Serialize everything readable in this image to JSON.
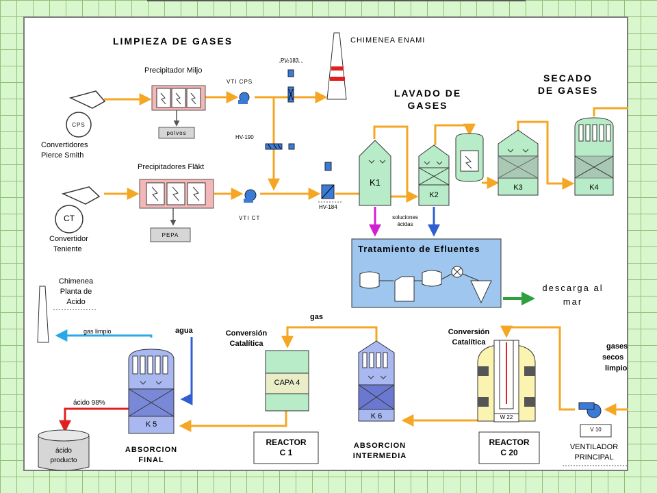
{
  "labels": {
    "limpieza": "LIMPIEZA DE GASES",
    "chimenea_enami": "CHIMENEA ENAMI",
    "lavado_1": "LAVADO DE",
    "lavado_2": "GASES",
    "secado_1": "SECADO",
    "secado_2": "DE GASES",
    "precip_miljo": "Precipitador Miljo",
    "precip_flakt": "Precipitadores Fläkt",
    "polvos": "polvos",
    "pepa": "PEPA",
    "cps": "CPS",
    "ct": "CT",
    "conv_ps_1": "Convertidores",
    "conv_ps_2": "Pierce Smith",
    "conv_t_1": "Convertidor",
    "conv_t_2": "Teniente",
    "vti_cps": "VTI CPS",
    "vti_ct": "VTI CT",
    "pv183": "PV-183",
    "hv190": "HV-190",
    "hv184": "HV-184",
    "k1": "K1",
    "k2": "K2",
    "k3": "K3",
    "k4": "K4",
    "k5": "K 5",
    "k6": "K 6",
    "soluciones_1": "soluciones",
    "soluciones_2": "ácidas",
    "tratamiento": "Tratamiento de Efluentes",
    "descarga_1": "descarga al",
    "descarga_2": "mar",
    "chim_planta_1": "Chimenea",
    "chim_planta_2": "Planta de",
    "chim_planta_3": "Acido",
    "gas_limpio": "gas limpio",
    "agua": "agua",
    "acido98": "ácido 98%",
    "acido_prod_1": "ácido",
    "acido_prod_2": "producto",
    "abs_final_1": "ABSORCION",
    "abs_final_2": "FINAL",
    "conv_cat_1": "Conversión",
    "conv_cat_2": "Catalítica",
    "capa4": "CAPA 4",
    "reactor_c1_1": "REACTOR",
    "reactor_c1_2": "C 1",
    "gas": "gas",
    "abs_int_1": "ABSORCION",
    "abs_int_2": "INTERMEDIA",
    "conv_cat2_1": "Conversión",
    "conv_cat2_2": "Catalítica",
    "w22": "W 22",
    "reactor_c20_1": "REACTOR",
    "reactor_c20_2": "C 20",
    "gases_secos_1": "gases",
    "gases_secos_2": "secos",
    "gases_secos_3": "limpio",
    "v10": "V 10",
    "ventilador_1": "VENTILADOR",
    "ventilador_2": "PRINCIPAL"
  },
  "colors": {
    "gas_line": "#f5a623",
    "acid_line": "#e02020",
    "water_line": "#2f5fd0",
    "clean_gas_line": "#29a8e8",
    "effluent_line": "#d020d0",
    "discharge_line": "#2e9e3e",
    "tower": "#b8ecc8",
    "absorber": "#a9b8f0",
    "precipitator": "#f4b7b7",
    "treatment": "#9ec6ee"
  }
}
